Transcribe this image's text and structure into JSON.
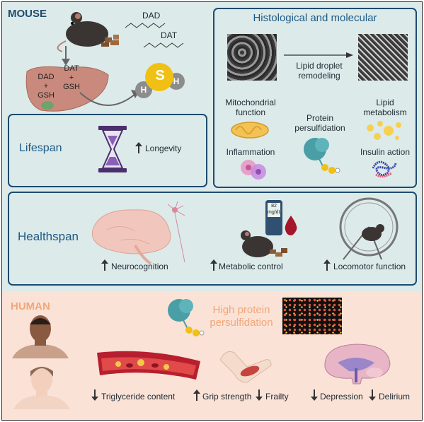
{
  "mouse": {
    "section_label": "MOUSE",
    "compound_top": "DAD",
    "compound_bottom": "DAT",
    "liver_left": "DAD\n+\nGSH",
    "liver_right": "DAT\n+\nGSH",
    "molecule_center": "S",
    "molecule_left": "H",
    "molecule_right": "H"
  },
  "histological": {
    "title": "Histological and molecular",
    "droplet_label": "Lipid droplet\nremodeling",
    "mito_label": "Mitochondrial\nfunction",
    "protein_label": "Protein\npersulfidation",
    "lipid_label": "Lipid\nmetabolism",
    "inflammation_label": "Inflammation",
    "insulin_label": "Insulin action"
  },
  "lifespan": {
    "title": "Lifespan",
    "longevity": "Longevity"
  },
  "healthspan": {
    "title": "Healthspan",
    "neurocognition": "Neurocognition",
    "metabolic": "Metabolic control",
    "locomotor": "Locomotor function",
    "meter_line1": "82",
    "meter_line2": "mg/dL"
  },
  "human": {
    "section_label": "HUMAN",
    "persulfidation": "High protein\npersulfidation",
    "triglyceride": "Triglyceride content",
    "grip": "Grip strength",
    "frailty": "Frailty",
    "depression": "Depression",
    "delirium": "Delirium"
  },
  "colors": {
    "mouse_bg": "#dceaea",
    "human_bg": "#fbe2d6",
    "panel_border": "#1d4b6e",
    "title_blue": "#1d5a86",
    "human_orange": "#f0a77a"
  }
}
